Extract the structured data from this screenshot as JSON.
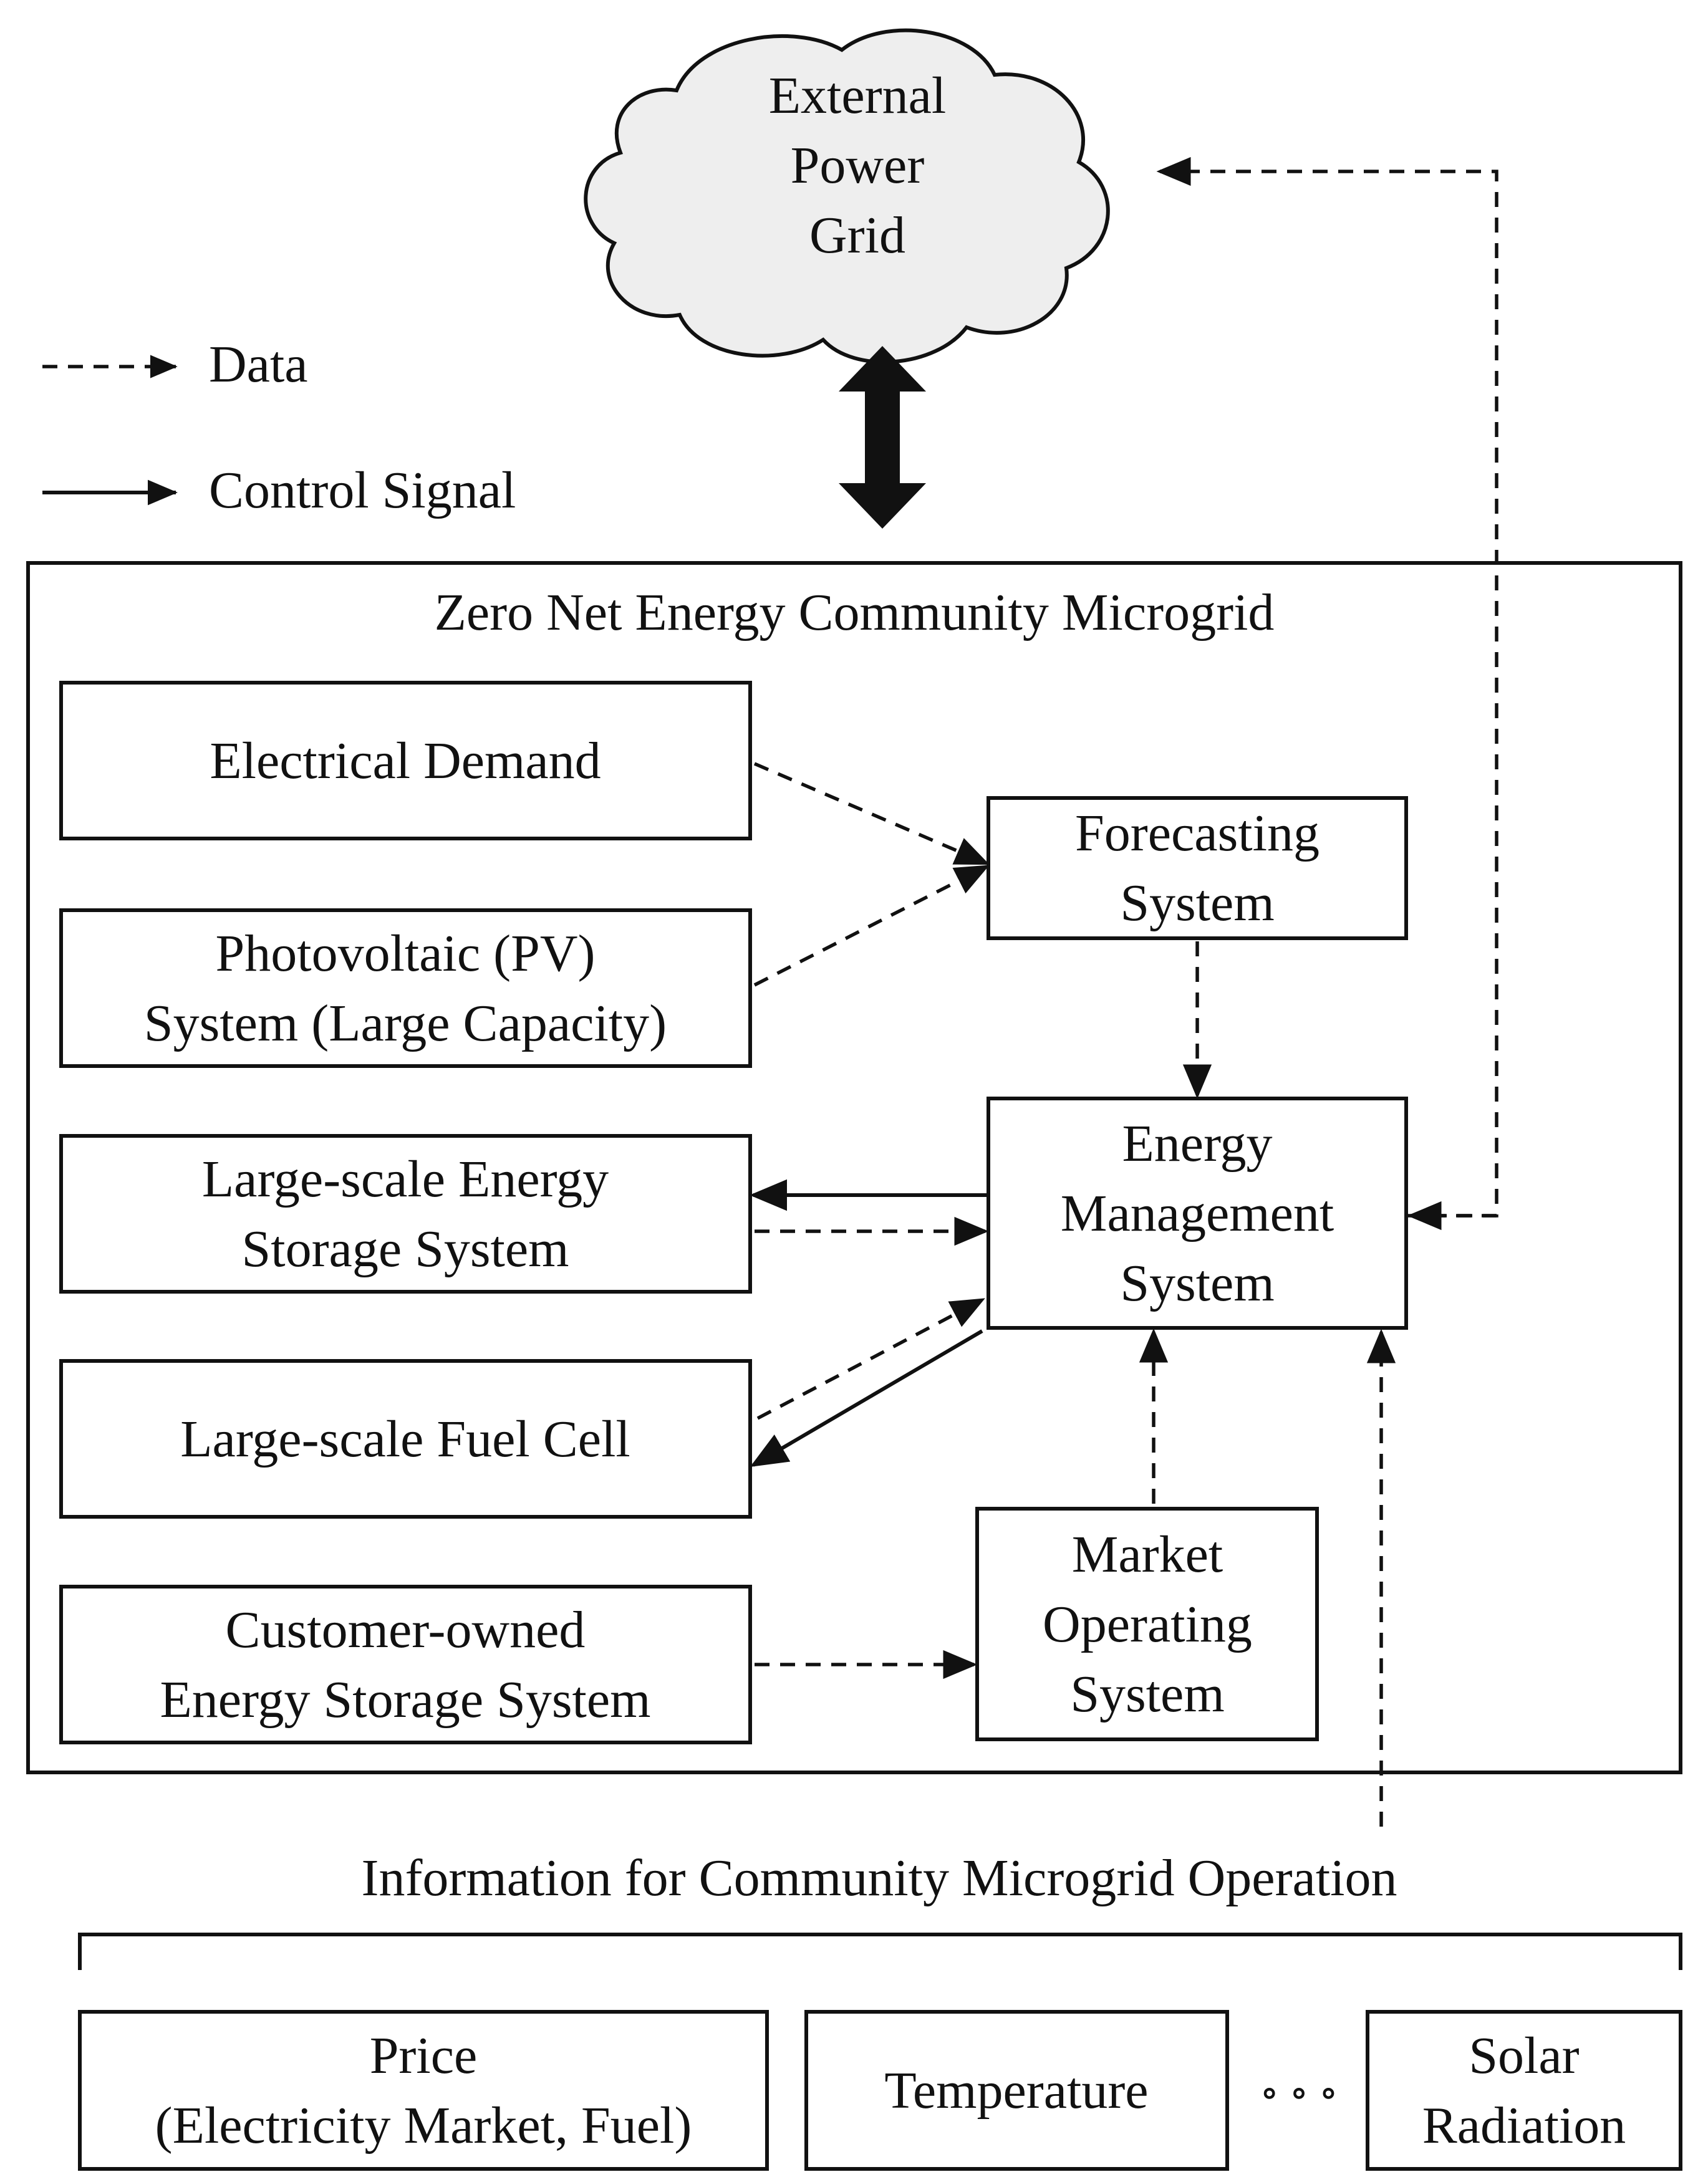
{
  "legend": {
    "data_label": "Data",
    "control_label": "Control Signal"
  },
  "grid": {
    "lines": [
      "External",
      "Power",
      "Grid"
    ]
  },
  "microgrid": {
    "title": "Zero Net Energy Community Microgrid",
    "electrical_demand": [
      "Electrical Demand"
    ],
    "pv": [
      "Photovoltaic (PV)",
      "System (Large Capacity)"
    ],
    "storage": [
      "Large-scale Energy",
      "Storage System"
    ],
    "fuel_cell": [
      "Large-scale Fuel Cell"
    ],
    "customer_storage": [
      "Customer-owned",
      "Energy Storage System"
    ],
    "forecasting": [
      "Forecasting",
      "System"
    ],
    "ems": [
      "Energy",
      "Management",
      "System"
    ],
    "market": [
      "Market",
      "Operating",
      "System"
    ]
  },
  "information": {
    "title": "Information for Community Microgrid Operation",
    "price": [
      "Price",
      "(Electricity Market, Fuel)"
    ],
    "temperature": [
      "Temperature"
    ],
    "solar": [
      "Solar",
      "Radiation"
    ],
    "ellipsis": "∘ ∘ ∘"
  },
  "colors": {
    "cloud_fill": "#eeeeee",
    "stroke": "#111111"
  }
}
